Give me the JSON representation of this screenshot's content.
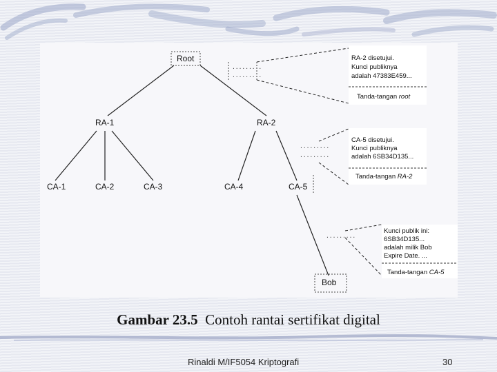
{
  "diagram": {
    "nodes": {
      "root": "Root",
      "ra1": "RA-1",
      "ra2": "RA-2",
      "ca1": "CA-1",
      "ca2": "CA-2",
      "ca3": "CA-3",
      "ca4": "CA-4",
      "ca5": "CA-5",
      "bob": "Bob"
    },
    "dots": ".........",
    "cert_ra2": {
      "lines": [
        "RA-2 disetujui.",
        "Kunci publiknya",
        "adalah 47383E459..."
      ],
      "signature_prefix": "Tanda-tangan ",
      "signature_who": "root"
    },
    "cert_ca5": {
      "lines": [
        "CA-5 disetujui.",
        "Kunci publiknya",
        "adalah 6SB34D135..."
      ],
      "signature_prefix": "Tanda-tangan ",
      "signature_who": "RA-2"
    },
    "cert_bob": {
      "lines": [
        "Kunci publik ini:",
        "6SB34D135...",
        "adalah milik Bob",
        "Expire Date. ..."
      ],
      "signature_prefix": "Tanda-tangan ",
      "signature_who": "CA-5"
    }
  },
  "caption": {
    "label": "Gambar 23.5",
    "text": "Contoh rantai sertifikat digital"
  },
  "footer": {
    "author": "Rinaldi M/IF5054 Kriptografi",
    "page": "30"
  },
  "colors": {
    "deco": "#9aa6c8",
    "deco_dark": "#7b86ad",
    "line": "#222222",
    "box": "#ffffff"
  }
}
